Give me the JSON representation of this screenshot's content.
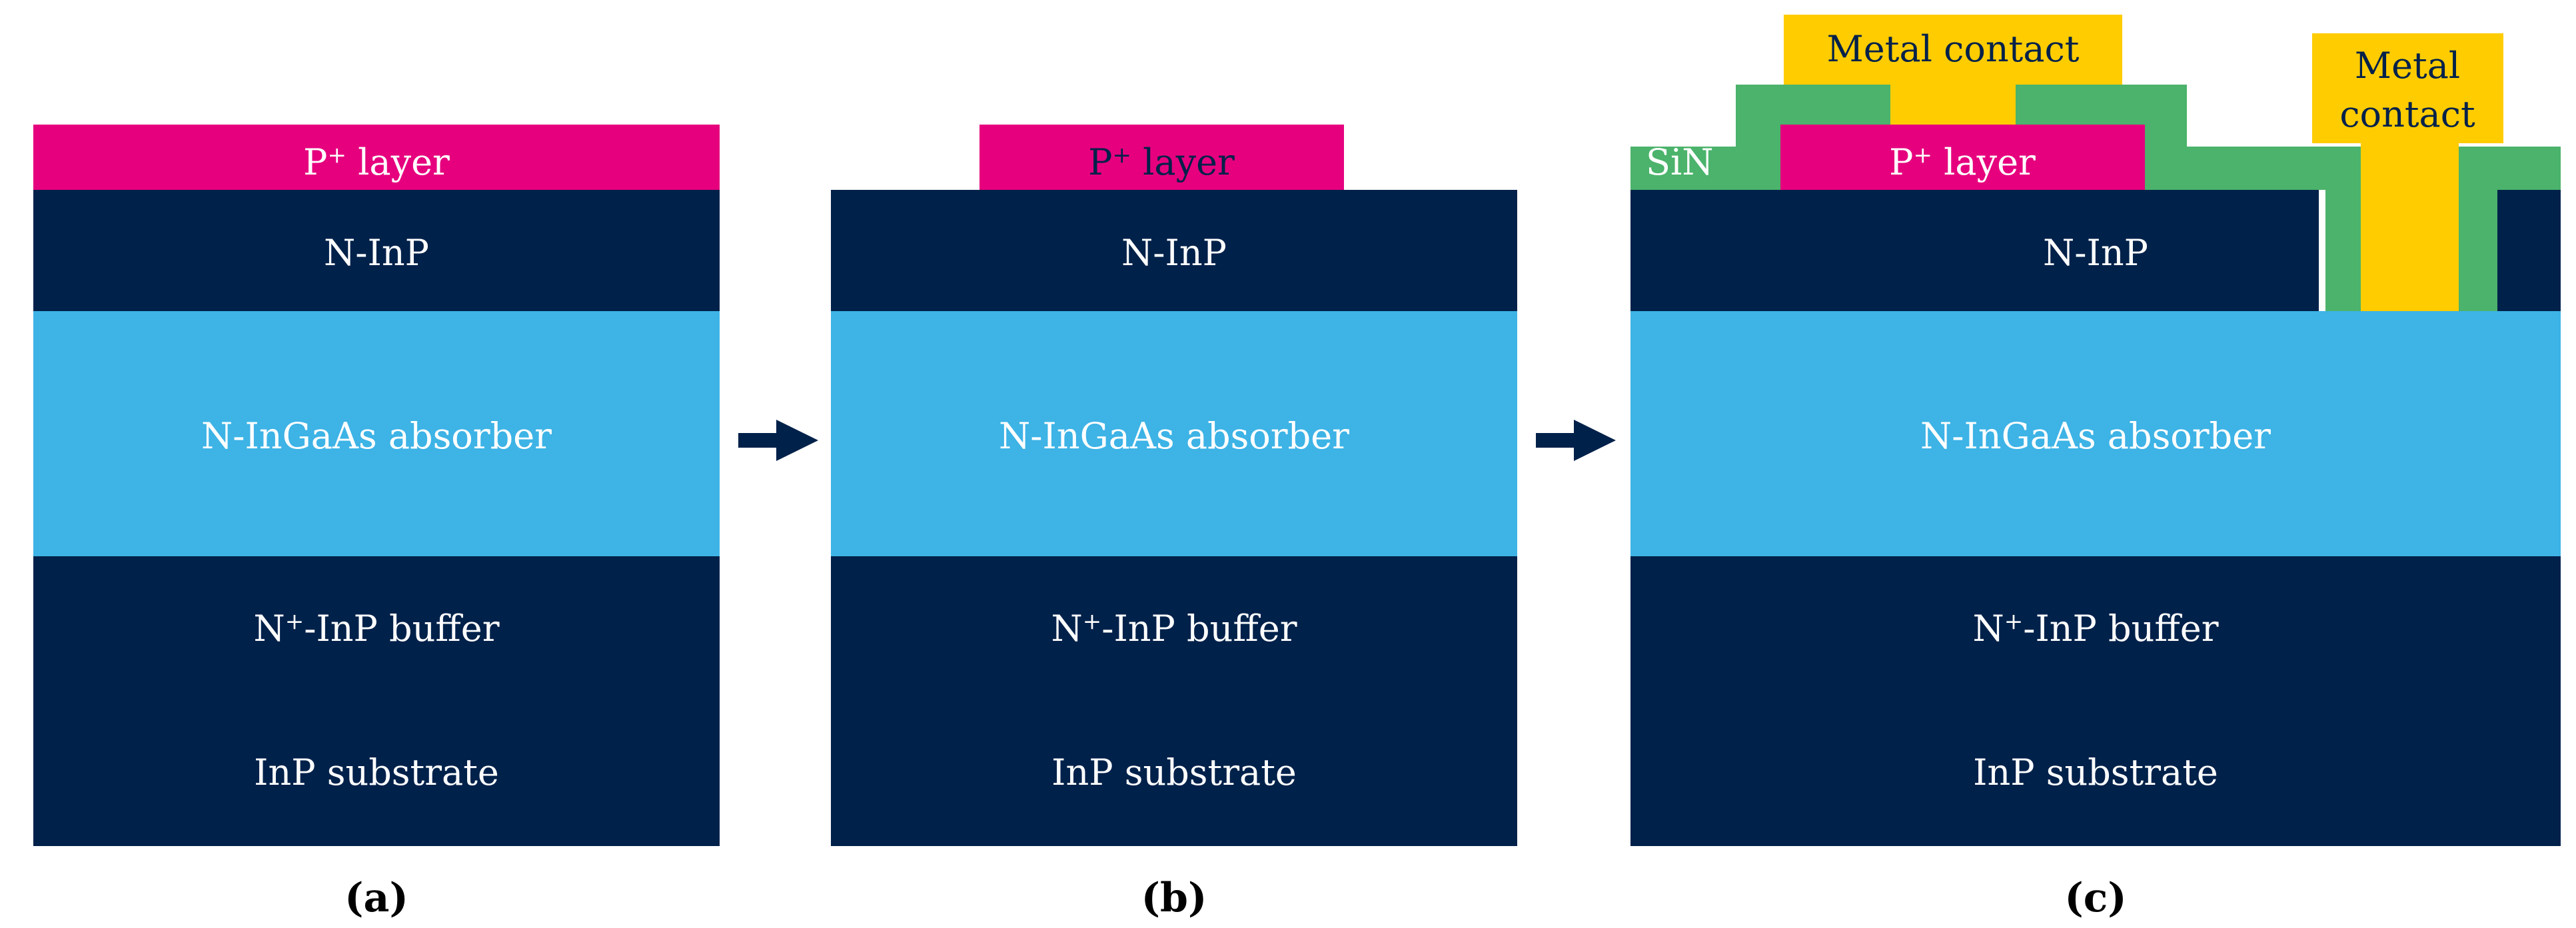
{
  "colors": {
    "navy": "#00214a",
    "absorber": "#3db3e6",
    "p_layer": "#e6007e",
    "sin": "#4bb36b",
    "metal": "#ffcc00",
    "arrow": "#00214a"
  },
  "layers": {
    "p_main": "P",
    "p_sup": "+",
    "p_rest": " layer",
    "n_inp": "N-InP",
    "absorber": "N-InGaAs absorber",
    "buffer_main": "N",
    "buffer_sup": "+",
    "buffer_rest": "-InP buffer",
    "substrate": "InP substrate"
  },
  "panel_c": {
    "sin": "SiN",
    "metal_contact_1": "Metal contact",
    "metal_contact_2_line1": "Metal",
    "metal_contact_2_line2": "contact"
  },
  "captions": {
    "a": "(a)",
    "b": "(b)",
    "c": "(c)"
  },
  "icons": [
    "arrow-right-icon",
    "arrow-right-icon"
  ]
}
